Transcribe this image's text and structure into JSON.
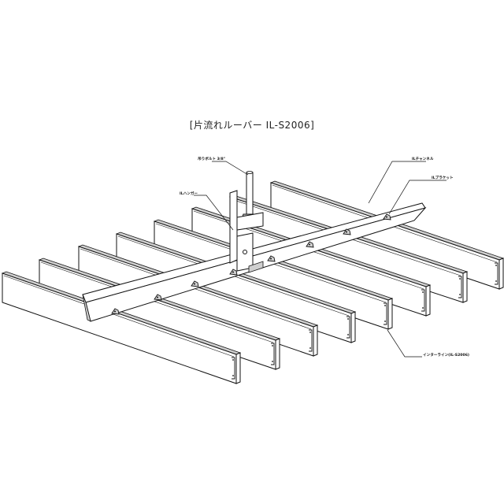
{
  "title": "[片流れルーバー IL-S2006]",
  "labels": {
    "bolt": "吊りボルト 3/8\"",
    "hanger": "ILハンガー",
    "channel": "ILチャンネル",
    "bracket": "ILブラケット",
    "louver": "インターライン(IL-S2006)"
  },
  "colors": {
    "line": "#111111",
    "fill": "#ffffff",
    "shade": "#cfcfcf"
  }
}
